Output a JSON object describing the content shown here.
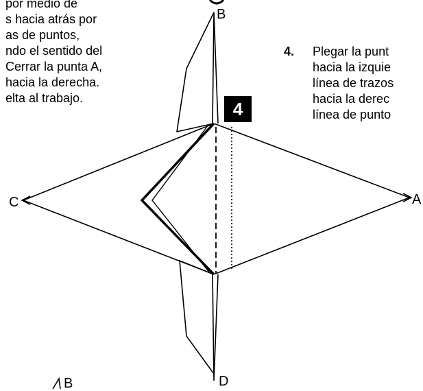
{
  "left_text": {
    "lines": [
      "por medio de",
      "s hacia atrás por",
      "as de puntos,",
      "ndo el sentido del",
      "Cerrar la punta A,",
      "hacia la derecha.",
      "elta al trabajo."
    ]
  },
  "right_text": {
    "step_number": "4.",
    "lines": [
      "Plegar la punt",
      "hacia la izquie",
      "línea de trazos",
      "hacia la derec",
      "línea de punto"
    ]
  },
  "step_badge": "4",
  "point_labels": {
    "a": "A",
    "b": "B",
    "c": "C",
    "d": "D",
    "b_next": "B"
  },
  "colors": {
    "ink": "#000000",
    "background": "#ffffff",
    "badge_bg": "#000000",
    "badge_text": "#ffffff"
  }
}
